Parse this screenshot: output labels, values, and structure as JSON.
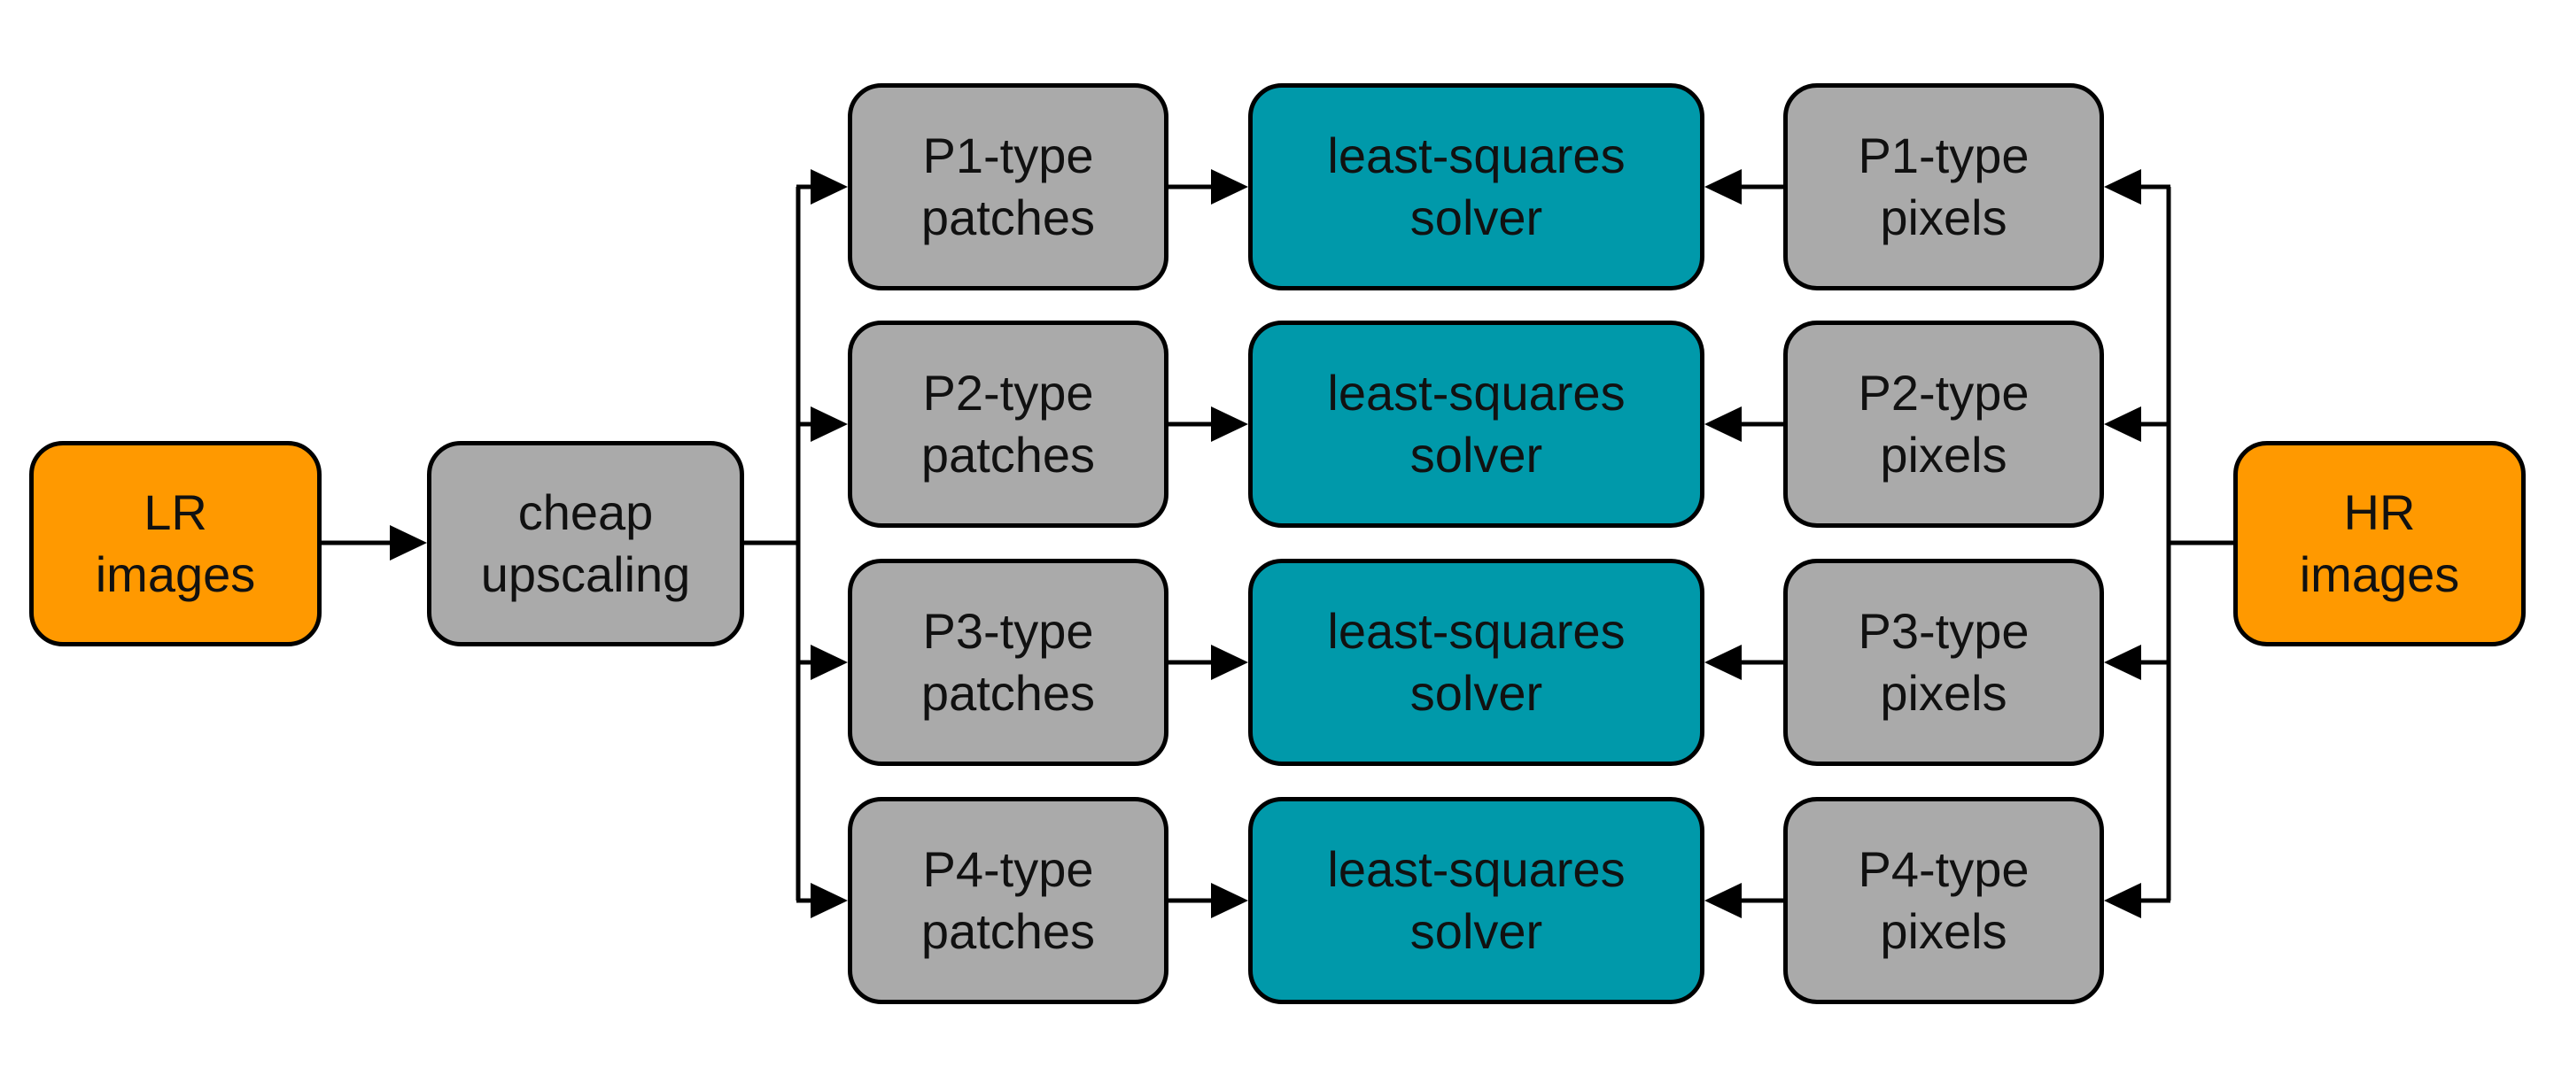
{
  "colors": {
    "input_fill": "#FF9900",
    "process_fill": "#AAAAAA",
    "solver_fill": "#0099AA",
    "stroke": "#000000"
  },
  "lr_images": [
    "LR",
    "images"
  ],
  "cheap_upscaling": [
    "cheap",
    "upscaling"
  ],
  "hr_images": [
    "HR",
    "images"
  ],
  "rows": [
    {
      "patches": [
        "P1-type",
        "patches"
      ],
      "solver": [
        "least-squares",
        "solver"
      ],
      "pixels": [
        "P1-type",
        "pixels"
      ]
    },
    {
      "patches": [
        "P2-type",
        "patches"
      ],
      "solver": [
        "least-squares",
        "solver"
      ],
      "pixels": [
        "P2-type",
        "pixels"
      ]
    },
    {
      "patches": [
        "P3-type",
        "patches"
      ],
      "solver": [
        "least-squares",
        "solver"
      ],
      "pixels": [
        "P3-type",
        "pixels"
      ]
    },
    {
      "patches": [
        "P4-type",
        "patches"
      ],
      "solver": [
        "least-squares",
        "solver"
      ],
      "pixels": [
        "P4-type",
        "pixels"
      ]
    }
  ]
}
